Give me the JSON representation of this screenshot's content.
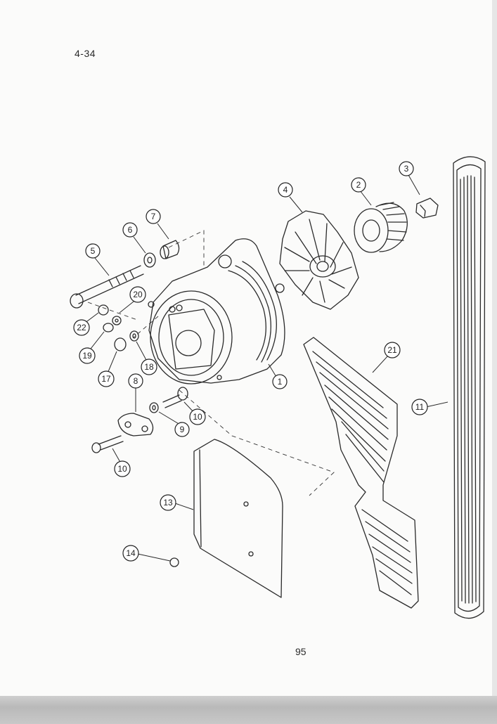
{
  "page": {
    "header": "4-34",
    "number": "95"
  },
  "callouts": {
    "c1": "1",
    "c2": "2",
    "c3": "3",
    "c4": "4",
    "c5": "5",
    "c6": "6",
    "c7": "7",
    "c8": "8",
    "c9": "9",
    "c10a": "10",
    "c10b": "10",
    "c11": "11",
    "c13": "13",
    "c14": "14",
    "c17": "17",
    "c18": "18",
    "c19": "19",
    "c20": "20",
    "c21": "21",
    "c22": "22"
  }
}
